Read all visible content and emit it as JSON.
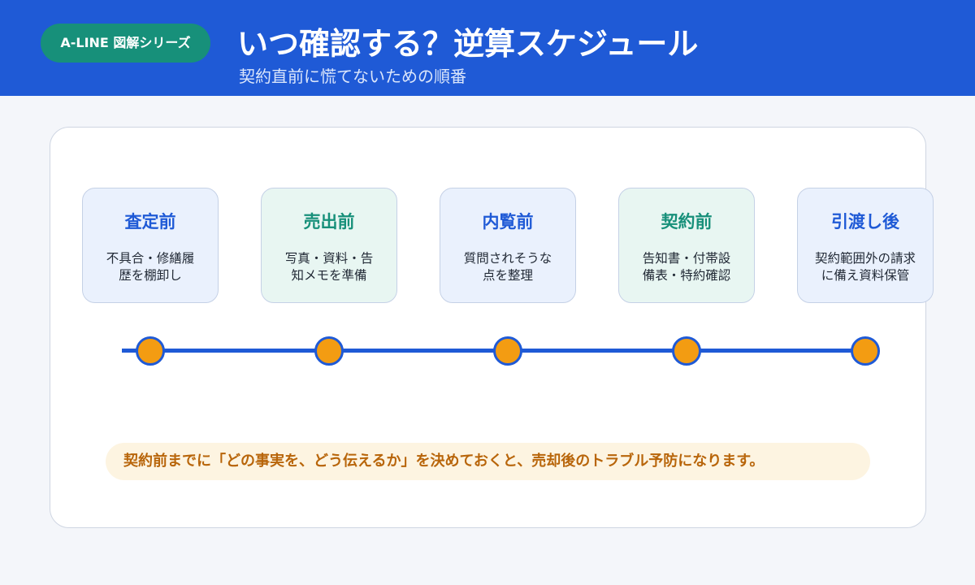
{
  "header": {
    "badge": "A-LINE 図解シリーズ",
    "title": "いつ確認する？逆算スケジュール",
    "subtitle": "契約直前に慌てないための順番"
  },
  "steps": [
    {
      "title": "査定前",
      "lines": [
        "不具合・修繕履",
        "歴を棚卸し"
      ],
      "tone": "blue"
    },
    {
      "title": "売出前",
      "lines": [
        "写真・資料・告",
        "知メモを準備"
      ],
      "tone": "green"
    },
    {
      "title": "内覧前",
      "lines": [
        "質問されそうな",
        "点を整理"
      ],
      "tone": "blue"
    },
    {
      "title": "契約前",
      "lines": [
        "告知書・付帯設",
        "備表・特約確認"
      ],
      "tone": "green"
    },
    {
      "title": "引渡し後",
      "lines": [
        "契約範囲外の請求",
        "に備え資料保管"
      ],
      "tone": "blue"
    }
  ],
  "note": "契約前までに「どの事実を、どう伝えるか」を決めておくと、売却後のトラブル予防になります。",
  "colors": {
    "header_blue": "#1f5ad6",
    "badge_green": "#17907a",
    "dot_orange": "#f39c12",
    "note_text": "#b8650a"
  }
}
